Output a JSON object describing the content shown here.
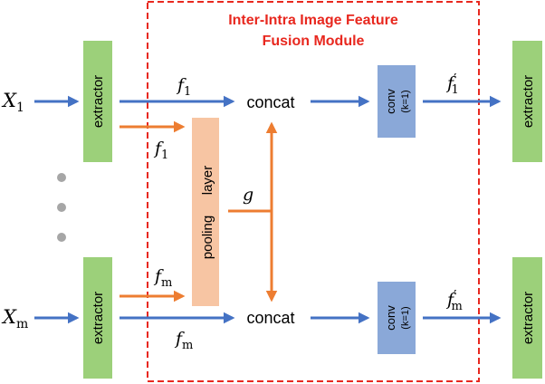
{
  "module": {
    "title_line1": "Inter-Intra Image Feature",
    "title_line2": "Fusion Module"
  },
  "inputs": {
    "top": "X",
    "top_sub": "1",
    "bottom": "X",
    "bottom_sub": "m"
  },
  "blocks": {
    "extractor": "extractor",
    "pooling_word1": "pooling",
    "pooling_word2": "layer",
    "concat": "concat",
    "conv": "conv",
    "conv_param": "(k=1)"
  },
  "features": {
    "f": "f",
    "sub_1": "1",
    "sub_m": "m",
    "prime": "′",
    "g": "g"
  },
  "colors": {
    "extractor_fill": "#9cd07a",
    "pooling_fill": "#f7c5a3",
    "conv_fill": "#8aa8d8",
    "blue_arrow": "#4472c4",
    "orange_arrow": "#ed7d31",
    "module_border": "#e8281f",
    "title_text": "#e8281f",
    "dots": "#a6a6a6"
  }
}
